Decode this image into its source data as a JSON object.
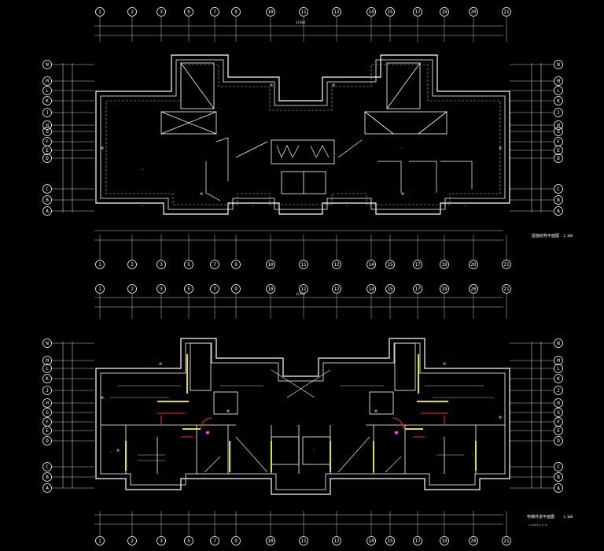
{
  "colors": {
    "background": "#000000",
    "line": "#ffffff",
    "dim": "#c8c8c8",
    "dashed": "#bdbdbd",
    "accent_yellow": "#e0e020",
    "accent_red": "#ff2a2a",
    "accent_green": "#22d022",
    "accent_magenta": "#ff40ff"
  },
  "axes": {
    "numbers": [
      "1",
      "2",
      "3",
      "5",
      "7",
      "9",
      "10",
      "11",
      "12",
      "14",
      "15",
      "17",
      "19",
      "20",
      "21"
    ],
    "letters": [
      "N",
      "M",
      "L",
      "K",
      "J",
      "H",
      "G",
      "F",
      "E",
      "D",
      "C",
      "B",
      "A"
    ]
  },
  "plan_top": {
    "title_label": "屋面结构平面图",
    "scale_label": "1:100",
    "total_dim": "41900"
  },
  "plan_bottom": {
    "title_label": "电梯井道平面图",
    "scale_label": "1:100",
    "total_dim": "41900",
    "note": "Lintels-4-a-"
  }
}
